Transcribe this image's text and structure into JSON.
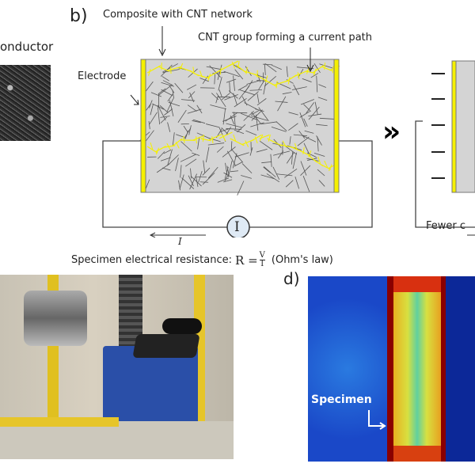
{
  "panel_a": {
    "label_partial": "onductor"
  },
  "panel_b": {
    "label": "b)",
    "composite_label": "Composite with CNT network",
    "path_label": "CNT group forming a current path",
    "electrode_label": "Electrode",
    "ammeter_symbol": "I",
    "current_symbol": "I",
    "resistance_text": "Specimen electrical resistance: ",
    "formula_r": "R = ",
    "formula_num": "V",
    "formula_den": "I",
    "ohm": "(Ohm's law)",
    "right_caption_partial": "Fewer c"
  },
  "panel_d": {
    "label": "d)",
    "specimen_label": "Specimen"
  },
  "colors": {
    "yellow": "#f5f000",
    "matrix": "#d4d4d4",
    "cnt": "#555555"
  }
}
